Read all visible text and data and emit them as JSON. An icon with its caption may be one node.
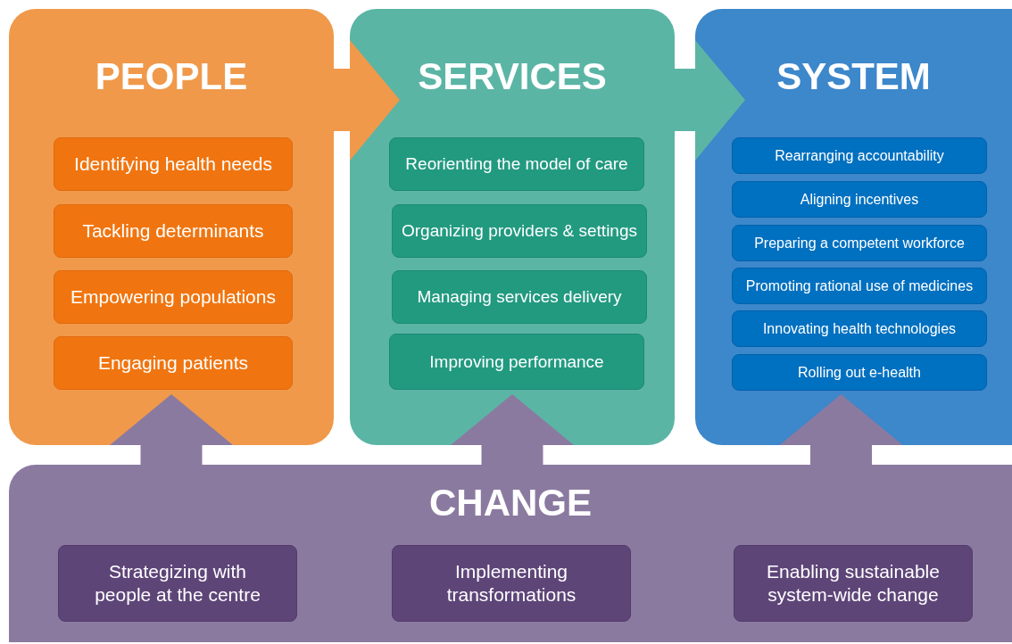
{
  "diagram": {
    "nodes": [
      {
        "text": [
          "PEOPLE"
        ]
      },
      {
        "text": [
          "Identifying health needs"
        ],
        "in": 0
      },
      {
        "text": [
          "Tackling determinants"
        ],
        "in": 0
      },
      {
        "text": [
          "Empowering populations"
        ],
        "in": 0
      },
      {
        "text": [
          "Engaging patients"
        ],
        "in": 0
      },
      {
        "text": [
          "SERVICES"
        ]
      },
      {
        "text": [
          "Reorienting the model of care"
        ],
        "in": 5
      },
      {
        "text": [
          "Organizing providers & settings"
        ],
        "in": 5
      },
      {
        "text": [
          "Managing services delivery"
        ],
        "in": 5
      },
      {
        "text": [
          "Improving performance"
        ],
        "in": 5
      },
      {
        "text": [
          "SYSTEM"
        ]
      },
      {
        "text": [
          "Rearranging accountability"
        ],
        "in": 10
      },
      {
        "text": [
          "Aligning incentives"
        ],
        "in": 10
      },
      {
        "text": [
          "Preparing a competent workforce"
        ],
        "in": 10
      },
      {
        "text": [
          "Promoting rational use of medicines"
        ],
        "in": 10
      },
      {
        "text": [
          "Innovating health technologies"
        ],
        "in": 10
      },
      {
        "text": [
          "Rolling out e-health"
        ],
        "in": 10
      },
      {
        "text": [
          "CHANGE"
        ]
      },
      {
        "text": [
          "Strategizing with people at the centre"
        ],
        "in": 17
      },
      {
        "text": [
          "Implementing transformations"
        ],
        "in": 17
      },
      {
        "text": [
          "Enabling sustainable system-wide change"
        ],
        "in": 17
      }
    ],
    "edges": [
      {
        "from": 0,
        "to": 5,
        "arrow": "to",
        "style": "thick",
        "color": "#f0994a"
      },
      {
        "from": 5,
        "to": 10,
        "arrow": "to",
        "style": "thick",
        "color": "#5bb5a5"
      },
      {
        "from": 17,
        "to": 0,
        "arrow": "to",
        "style": "thick",
        "color": "#8b7aa0"
      },
      {
        "from": 17,
        "to": 5,
        "arrow": "to",
        "style": "thick",
        "color": "#8b7aa0"
      },
      {
        "from": 17,
        "to": 10,
        "arrow": "to",
        "style": "thick",
        "color": "#8b7aa0"
      }
    ]
  }
}
